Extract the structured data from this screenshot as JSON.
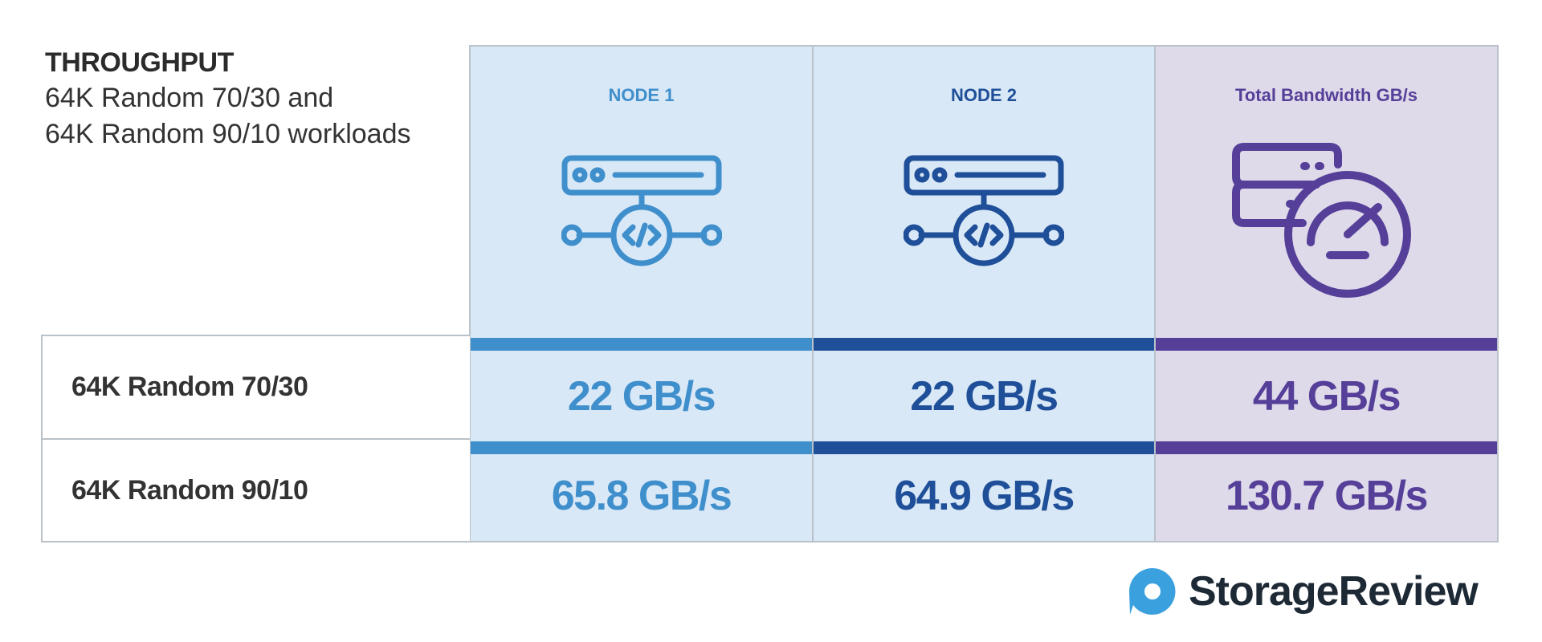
{
  "heading": {
    "title": "THROUGHPUT",
    "line1": "64K Random 70/30 and",
    "line2": "64K Random 90/10 workloads"
  },
  "colors": {
    "node1": "#3f8fcc",
    "node2": "#1f4f99",
    "total": "#553f98",
    "node_bg": "#d9e8f6",
    "total_bg": "#dedaea"
  },
  "icons": {
    "node1": "server-code-node-icon",
    "node2": "server-code-node-icon",
    "total": "server-speedometer-icon"
  },
  "chart_data": {
    "type": "table",
    "title": "THROUGHPUT",
    "subtitle": "64K Random 70/30 and 64K Random 90/10 workloads",
    "columns": [
      "NODE 1",
      "NODE 2",
      "Total Bandwidth GB/s"
    ],
    "rows": [
      {
        "label": "64K Random 70/30",
        "values": [
          "22 GB/s",
          "22 GB/s",
          "44 GB/s"
        ],
        "numeric": [
          22,
          22,
          44
        ]
      },
      {
        "label": "64K Random 90/10",
        "values": [
          "65.8 GB/s",
          "64.9 GB/s",
          "130.7 GB/s"
        ],
        "numeric": [
          65.8,
          64.9,
          130.7
        ]
      }
    ],
    "unit": "GB/s"
  },
  "logo": {
    "text": "StorageReview"
  }
}
